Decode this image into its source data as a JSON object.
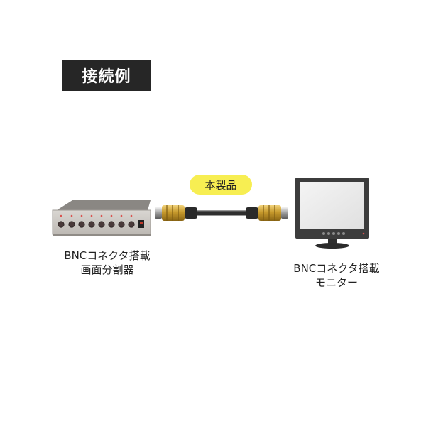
{
  "heading": "接続例",
  "product_tag": "本製品",
  "devices": {
    "splitter": {
      "line1": "BNCコネクタ搭載",
      "line2": "画面分割器"
    },
    "monitor": {
      "line1": "BNCコネクタ搭載",
      "line2": "モニター"
    }
  },
  "colors": {
    "heading_bg": "#262626",
    "tag_bg": "#f7ee52",
    "connector_gold": "#c9a23a",
    "cable": "#3a3a3a"
  }
}
